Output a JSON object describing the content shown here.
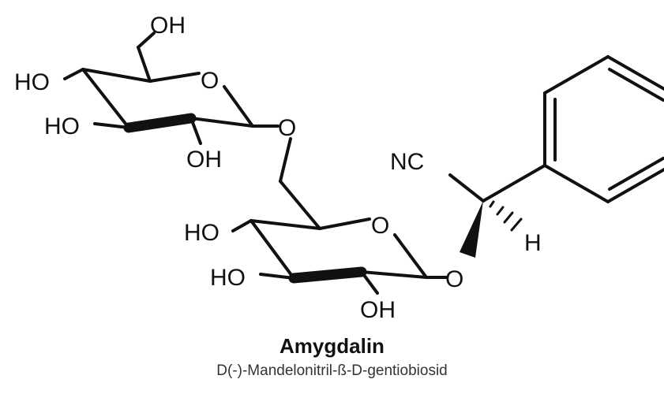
{
  "molecule": {
    "name": "Amygdalin",
    "subtitle": "D(-)-Mandelonitril-ß-D-gentiobiosid"
  },
  "atoms": {
    "top_oh_ch2": "OH",
    "top_ring_o": "O",
    "top_ho_left": "HO",
    "top_ho_lower": "HO",
    "top_oh_bottom": "OH",
    "glycosidic_o": "O",
    "bottom_ring_o": "O",
    "bottom_ho_left": "HO",
    "bottom_ho_lower": "HO",
    "bottom_oh_bottom": "OH",
    "anomeric_o": "O",
    "nitrile": "NC",
    "hydrogen": "H"
  }
}
